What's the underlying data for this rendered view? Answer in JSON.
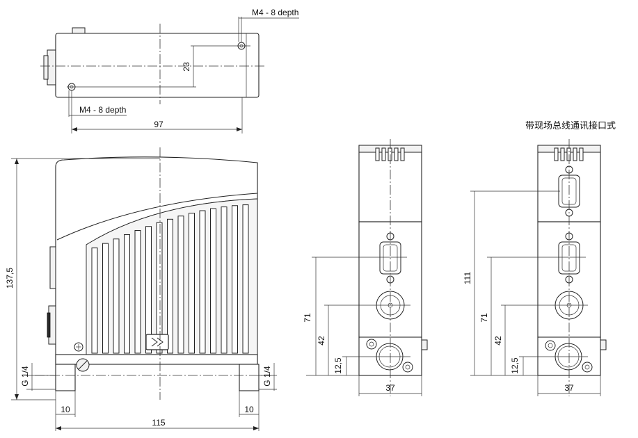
{
  "labels": {
    "thread_top": "M4 - 8 depth",
    "thread_bottom": "M4 - 8 depth",
    "dim_23": "23",
    "dim_97": "97",
    "dim_137_5": "137,5",
    "dim_115": "115",
    "dim_10_left": "10",
    "dim_10_right": "10",
    "dim_g14_left": "G 1/4",
    "dim_g14_right": "G 1/4",
    "dim_71_a": "71",
    "dim_42_a": "42",
    "dim_12_5_a": "12,5",
    "dim_37_a": "37",
    "dim_111": "111",
    "dim_71_b": "71",
    "dim_42_b": "42",
    "dim_12_5_b": "12,5",
    "dim_37_b": "37",
    "fieldbus_title": "带现场总线通讯接口式"
  },
  "icons": {
    "arrow_label": "arrow-right-icon",
    "ground_symbol": "ground-icon"
  }
}
